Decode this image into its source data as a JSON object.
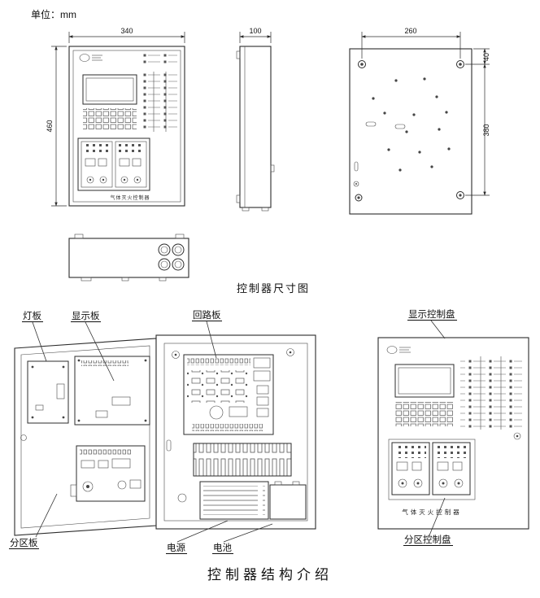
{
  "page": {
    "unit_label": "单位：mm"
  },
  "dimensions": {
    "front_width": "340",
    "front_height": "460",
    "side_depth": "100",
    "back_width": "260",
    "back_hole_top_offset": "40",
    "back_hole_span": "380"
  },
  "captions": {
    "size_diagram": "控制器尺寸图",
    "structure_intro": "控制器结构介绍"
  },
  "callouts": {
    "light_board": "灯板",
    "display_board": "显示板",
    "loop_board": "回路板",
    "display_control_panel": "显示控制盘",
    "zone_board": "分区板",
    "power": "电源",
    "battery": "电池",
    "zone_control_panel": "分区控制盘"
  },
  "device": {
    "name": "气体灭火控制器"
  }
}
